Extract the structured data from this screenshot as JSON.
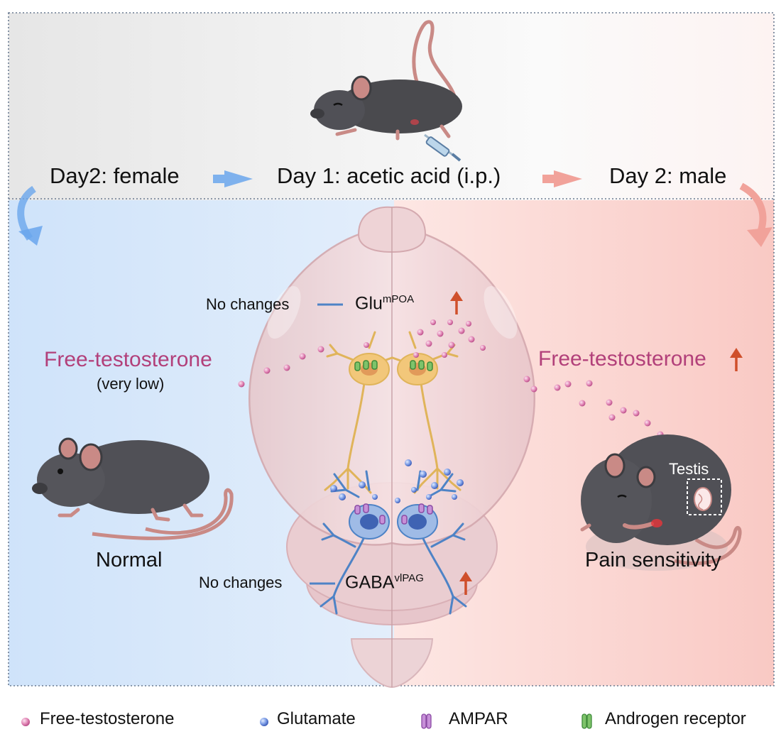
{
  "header": {
    "day1": "Day 1: acetic acid (i.p.)",
    "day2_female": "Day2: female",
    "day2_male": "Day 2: male"
  },
  "brain": {
    "top_left_text": "No changes",
    "top_center_main": "Glu",
    "top_center_sup": "mPOA",
    "bottom_left_text": "No changes",
    "bottom_center_main": "GABA",
    "bottom_center_sup": "vlPAG"
  },
  "female": {
    "hormone_label": "Free-testosterone",
    "hormone_note": "(very low)",
    "outcome": "Normal"
  },
  "male": {
    "hormone_label": "Free-testosterone",
    "organ_label": "Testis",
    "outcome": "Pain sensitivity"
  },
  "legend": {
    "items": [
      {
        "label": "Free-testosterone",
        "icon": "pink-sphere-icon"
      },
      {
        "label": "Glutamate",
        "icon": "blue-sphere-icon"
      },
      {
        "label": "AMPAR",
        "icon": "ampar-receptor-icon"
      },
      {
        "label": "Androgen receptor",
        "icon": "androgen-receptor-icon"
      }
    ]
  },
  "colors": {
    "female_panel": "#d6e7fa",
    "male_panel": "#fbd9d6",
    "up_arrow": "#cf4f2b",
    "blue_arrow": "#6aa6ec",
    "pink_arrow": "#f1a29a",
    "hormone_text": "#b2407a"
  }
}
